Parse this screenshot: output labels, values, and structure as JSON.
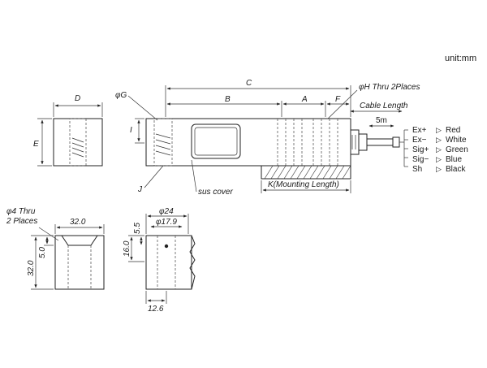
{
  "unit_label": "unit:mm",
  "labels": {
    "D": "D",
    "E": "E",
    "phiG": "φG",
    "J": "J",
    "C": "C",
    "B": "B",
    "A": "A",
    "F": "F",
    "phiH": "φH Thru 2Places",
    "cable_length": "Cable Length",
    "cable_5m": "5m",
    "K": "K(Mounting Length)",
    "I": "I",
    "sus_cover": "sus cover",
    "phi4_line1": "φ4 Thru",
    "phi4_line2": "2 Places",
    "dim_32_0_width": "32.0",
    "dim_32_0_height": "32.0",
    "dim_5_0": "5.0",
    "dim_phi24": "φ24",
    "dim_phi17_9": "φ17.9",
    "dim_5_5": "5.5",
    "dim_16_0": "16.0",
    "dim_12_6": "12.6"
  },
  "wiring": [
    {
      "signal": "Ex+",
      "color": "Red"
    },
    {
      "signal": "Ex−",
      "color": "White"
    },
    {
      "signal": "Sig+",
      "color": "Green"
    },
    {
      "signal": "Sig−",
      "color": "Blue"
    },
    {
      "signal": "Sh",
      "color": "Black"
    }
  ]
}
